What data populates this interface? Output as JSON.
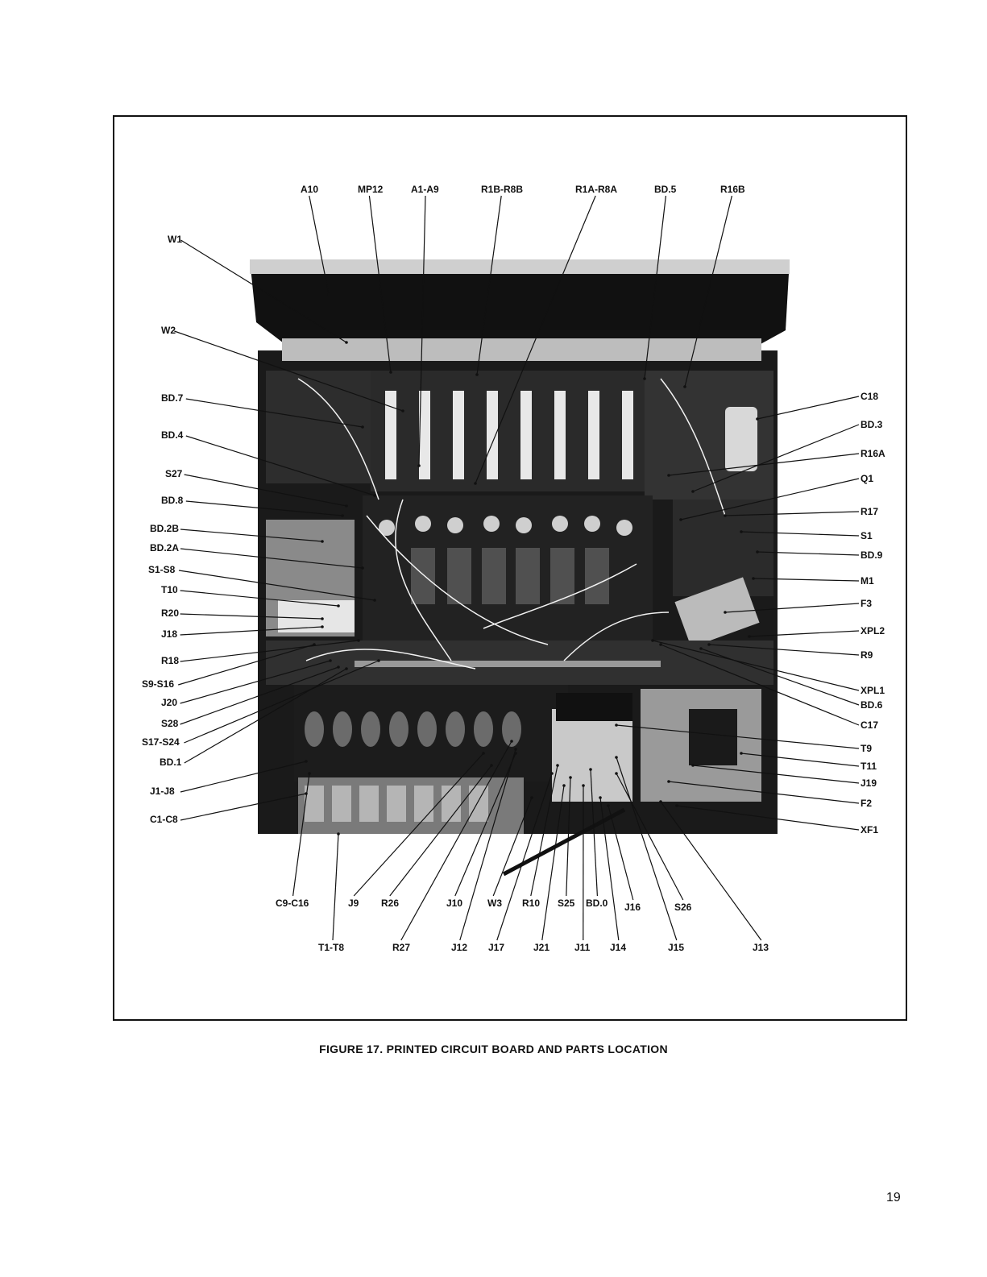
{
  "figure": {
    "caption": "FIGURE 17. PRINTED CIRCUIT BOARD AND PARTS LOCATION",
    "page_number": "19",
    "callouts": {
      "top": [
        "A10",
        "MP12",
        "A1-A9",
        "R1B-R8B",
        "R1A-R8A",
        "BD.5",
        "R16B"
      ],
      "left": [
        "W1",
        "W2",
        "BD.7",
        "BD.4",
        "S27",
        "BD.8",
        "BD.2B",
        "BD.2A",
        "S1-S8",
        "T10",
        "R20",
        "J18",
        "R18",
        "S9-S16",
        "J20",
        "S28",
        "S17-S24",
        "BD.1",
        "J1-J8",
        "C1-C8"
      ],
      "right": [
        "C18",
        "BD.3",
        "R16A",
        "Q1",
        "R17",
        "S1",
        "BD.9",
        "M1",
        "F3",
        "XPL2",
        "R9",
        "XPL1",
        "BD.6",
        "C17",
        "T9",
        "T11",
        "J19",
        "F2",
        "XF1"
      ],
      "bottom_row1": [
        "C9-C16",
        "J9",
        "R26",
        "J10",
        "W3",
        "R10",
        "S25",
        "BD.0",
        "J16",
        "S26"
      ],
      "bottom_row2": [
        "T1-T8",
        "R27",
        "J12",
        "J17",
        "J21",
        "J11",
        "J14",
        "J15",
        "J13"
      ]
    }
  }
}
